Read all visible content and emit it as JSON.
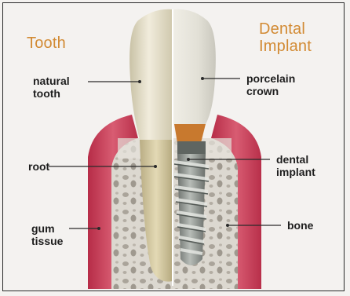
{
  "headings": {
    "left": "Tooth",
    "right_line1": "Dental",
    "right_line2": "Implant"
  },
  "labels": {
    "natural_tooth_1": "natural",
    "natural_tooth_2": "tooth",
    "root": "root",
    "gum_tissue_1": "gum",
    "gum_tissue_2": "tissue",
    "porcelain_crown_1": "porcelain",
    "porcelain_crown_2": "crown",
    "dental_implant_1": "dental",
    "dental_implant_2": "implant",
    "bone": "bone"
  },
  "colors": {
    "heading": "#d28a33",
    "gum": "#c63a55",
    "bone": "#d8d4cc",
    "tooth": "#e2dcc6",
    "crown": "#e8e6dc",
    "implant": "#8f958f",
    "abutment": "#c8792e"
  }
}
